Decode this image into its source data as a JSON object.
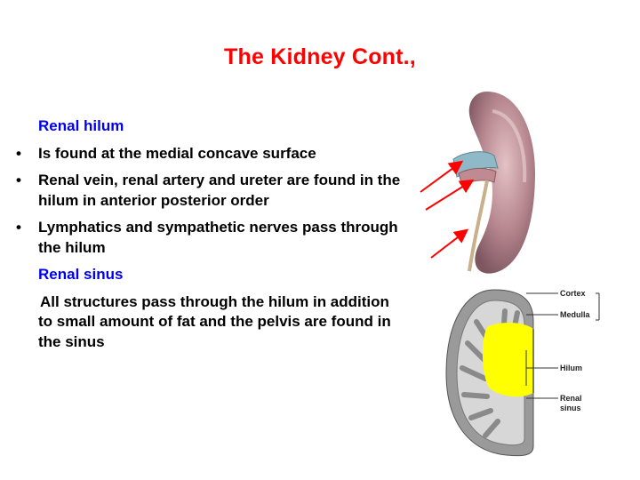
{
  "slide": {
    "title": "The Kidney Cont.,",
    "hilum_heading": "Renal hilum",
    "bullets": [
      "Is found at the medial concave surface",
      "Renal vein, renal artery and ureter are found in the hilum in anterior posterior order",
      "Lymphatics and sympathetic nerves pass through the hilum"
    ],
    "sinus_heading": "Renal sinus",
    "sinus_text": "All structures pass through the hilum in addition to small amount of fat and the pelvis are found in the sinus",
    "bullet_glyph": "•"
  },
  "figure": {
    "labels": {
      "cortex": "Cortex",
      "medulla": "Medulla",
      "hilum": "Hilum",
      "renal": "Renal",
      "sinus": "sinus"
    }
  },
  "colors": {
    "title": "#ff0000",
    "heading": "#0000ee",
    "arrow": "#ff0000",
    "kidney": "#b88890",
    "sinus_fill": "#ffff00"
  }
}
